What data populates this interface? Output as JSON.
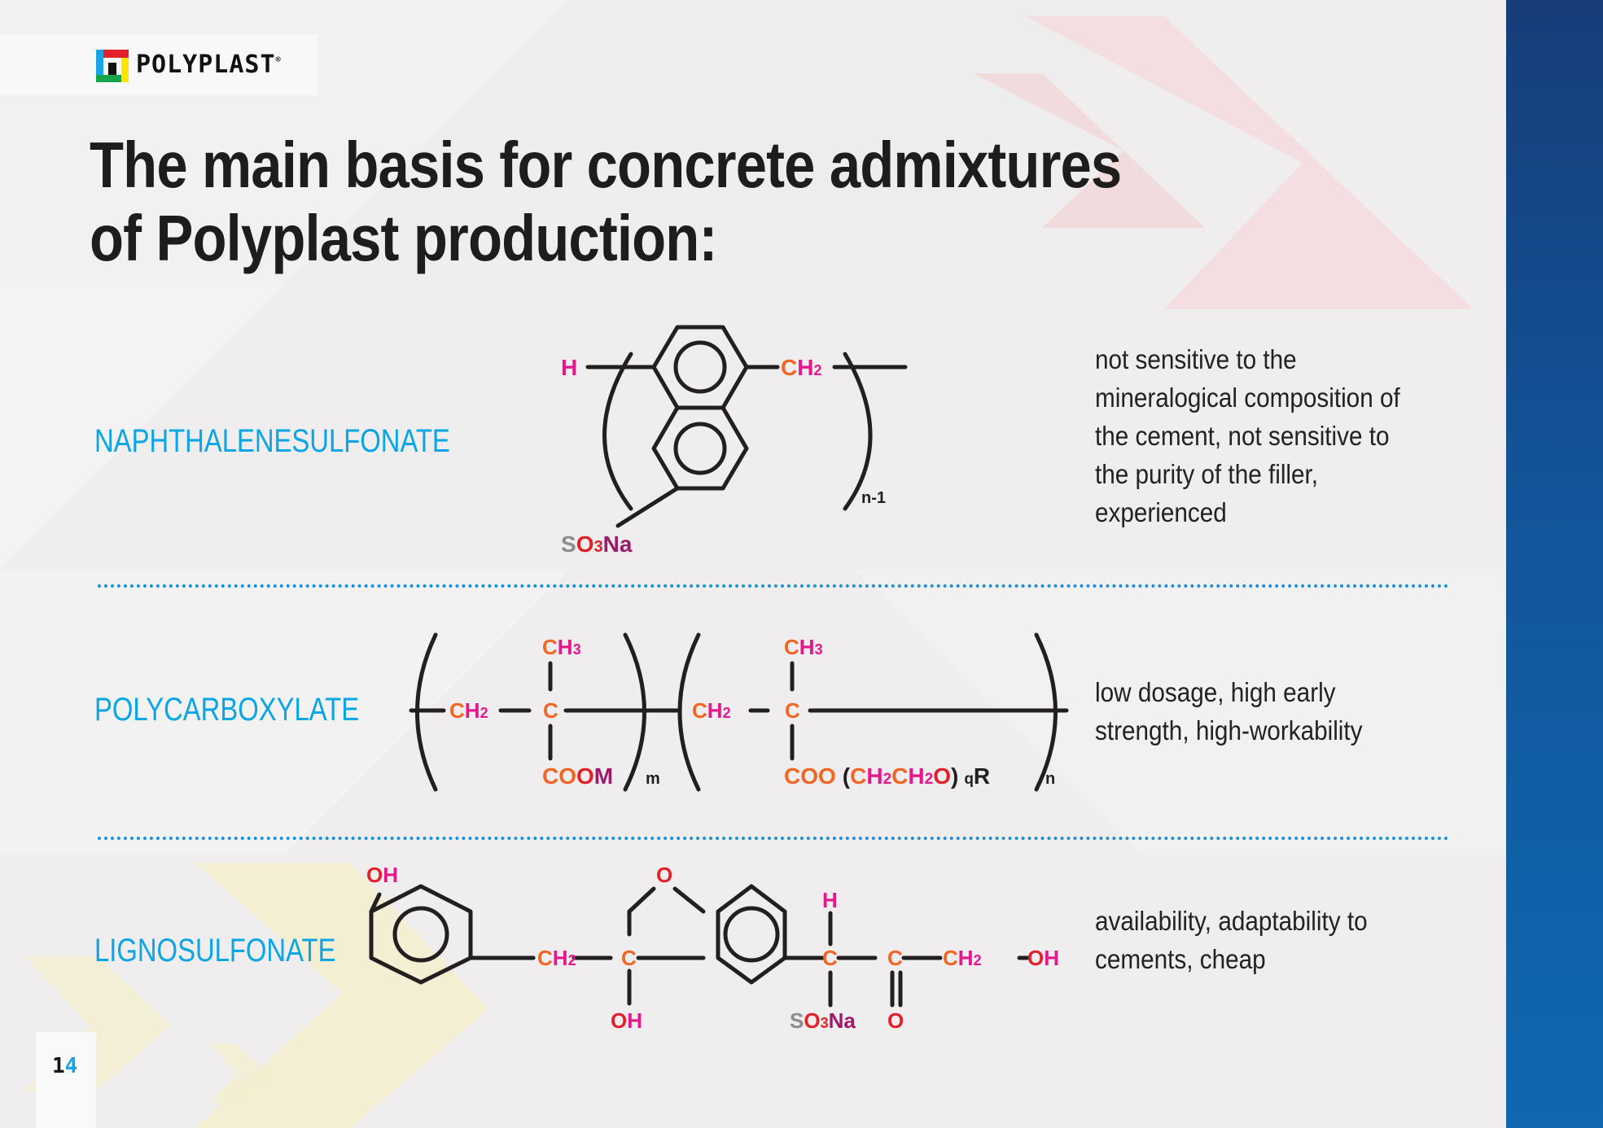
{
  "brand": {
    "name": "POLYPLAST",
    "registered_mark": "®",
    "logo_colors": [
      "#1ba3e6",
      "#e3202a",
      "#ffe500",
      "#16a34a",
      "#111111"
    ]
  },
  "page": {
    "title_line1": "The main basis for concrete admixtures",
    "title_line2": "of Polyplast production:",
    "page_number_first": "1",
    "page_number_second": "4"
  },
  "colors": {
    "accent_blue": "#0aa5e4",
    "sidebar_blue": "#12559a",
    "carbon_orange": "#f26522",
    "hydrogen_magenta": "#e6168c",
    "oxygen_red": "#e3202a",
    "sulfur_grey": "#8c8c8c",
    "sodium_purple": "#9b1b6b"
  },
  "admixtures": [
    {
      "name": "NAPHTHALENESULFONATE",
      "description_lines": [
        "not sensitive to the",
        "mineralogical composition of",
        "the cement, not sensitive to",
        "the purity of the filler,",
        "experienced"
      ],
      "formula": {
        "end_group": "H",
        "bridge": {
          "c": "C",
          "h": "H",
          "sub": "2"
        },
        "substituent": {
          "s": "S",
          "o": "O",
          "sub": "3",
          "na": "Na"
        },
        "repeat_index": "n-1"
      }
    },
    {
      "name": "POLYCARBOXYLATE",
      "description_lines": [
        "low dosage, high early",
        "strength, high-workability"
      ],
      "formula": {
        "unit1": {
          "ch2_c": "C",
          "ch2_h": "H",
          "ch2_sub": "2",
          "center": "C",
          "ch3_c": "C",
          "ch3_h": "H",
          "ch3_sub": "3",
          "side_co": "CO",
          "side_o": "O",
          "side_m": "M",
          "repeat_index": "m"
        },
        "unit2": {
          "ch2_c": "C",
          "ch2_h": "H",
          "ch2_sub": "2",
          "center": "C",
          "ch3_c": "C",
          "ch3_h": "H",
          "ch3_sub": "3",
          "side_coo": "COO",
          "paren_open": "(",
          "eo_c1": "C",
          "eo_h1": "H",
          "eo_sub1": "2",
          "eo_c2": "C",
          "eo_h2": "H",
          "eo_sub2": "2",
          "eo_o": "O",
          "paren_close": ")",
          "q": "q",
          "r": "R",
          "repeat_index": "n"
        }
      }
    },
    {
      "name": "LIGNOSULFONATE",
      "description_lines": [
        "availability, adaptability to",
        "cements, cheap"
      ],
      "formula": {
        "phenol_o": "O",
        "phenol_h": "H",
        "ch2_c": "C",
        "ch2_h": "H",
        "ch2_sub": "2",
        "c1": "C",
        "oh1_o": "O",
        "oh1_h": "H",
        "ring_o": "O",
        "c2": "C",
        "h_top": "H",
        "so3na_s": "S",
        "so3na_o": "O",
        "so3na_sub": "3",
        "so3na_na": "Na",
        "c3": "C",
        "keto_o": "O",
        "ch2b_c": "C",
        "ch2b_h": "H",
        "ch2b_sub": "2",
        "oh2_o": "O",
        "oh2_h": "H"
      }
    }
  ]
}
